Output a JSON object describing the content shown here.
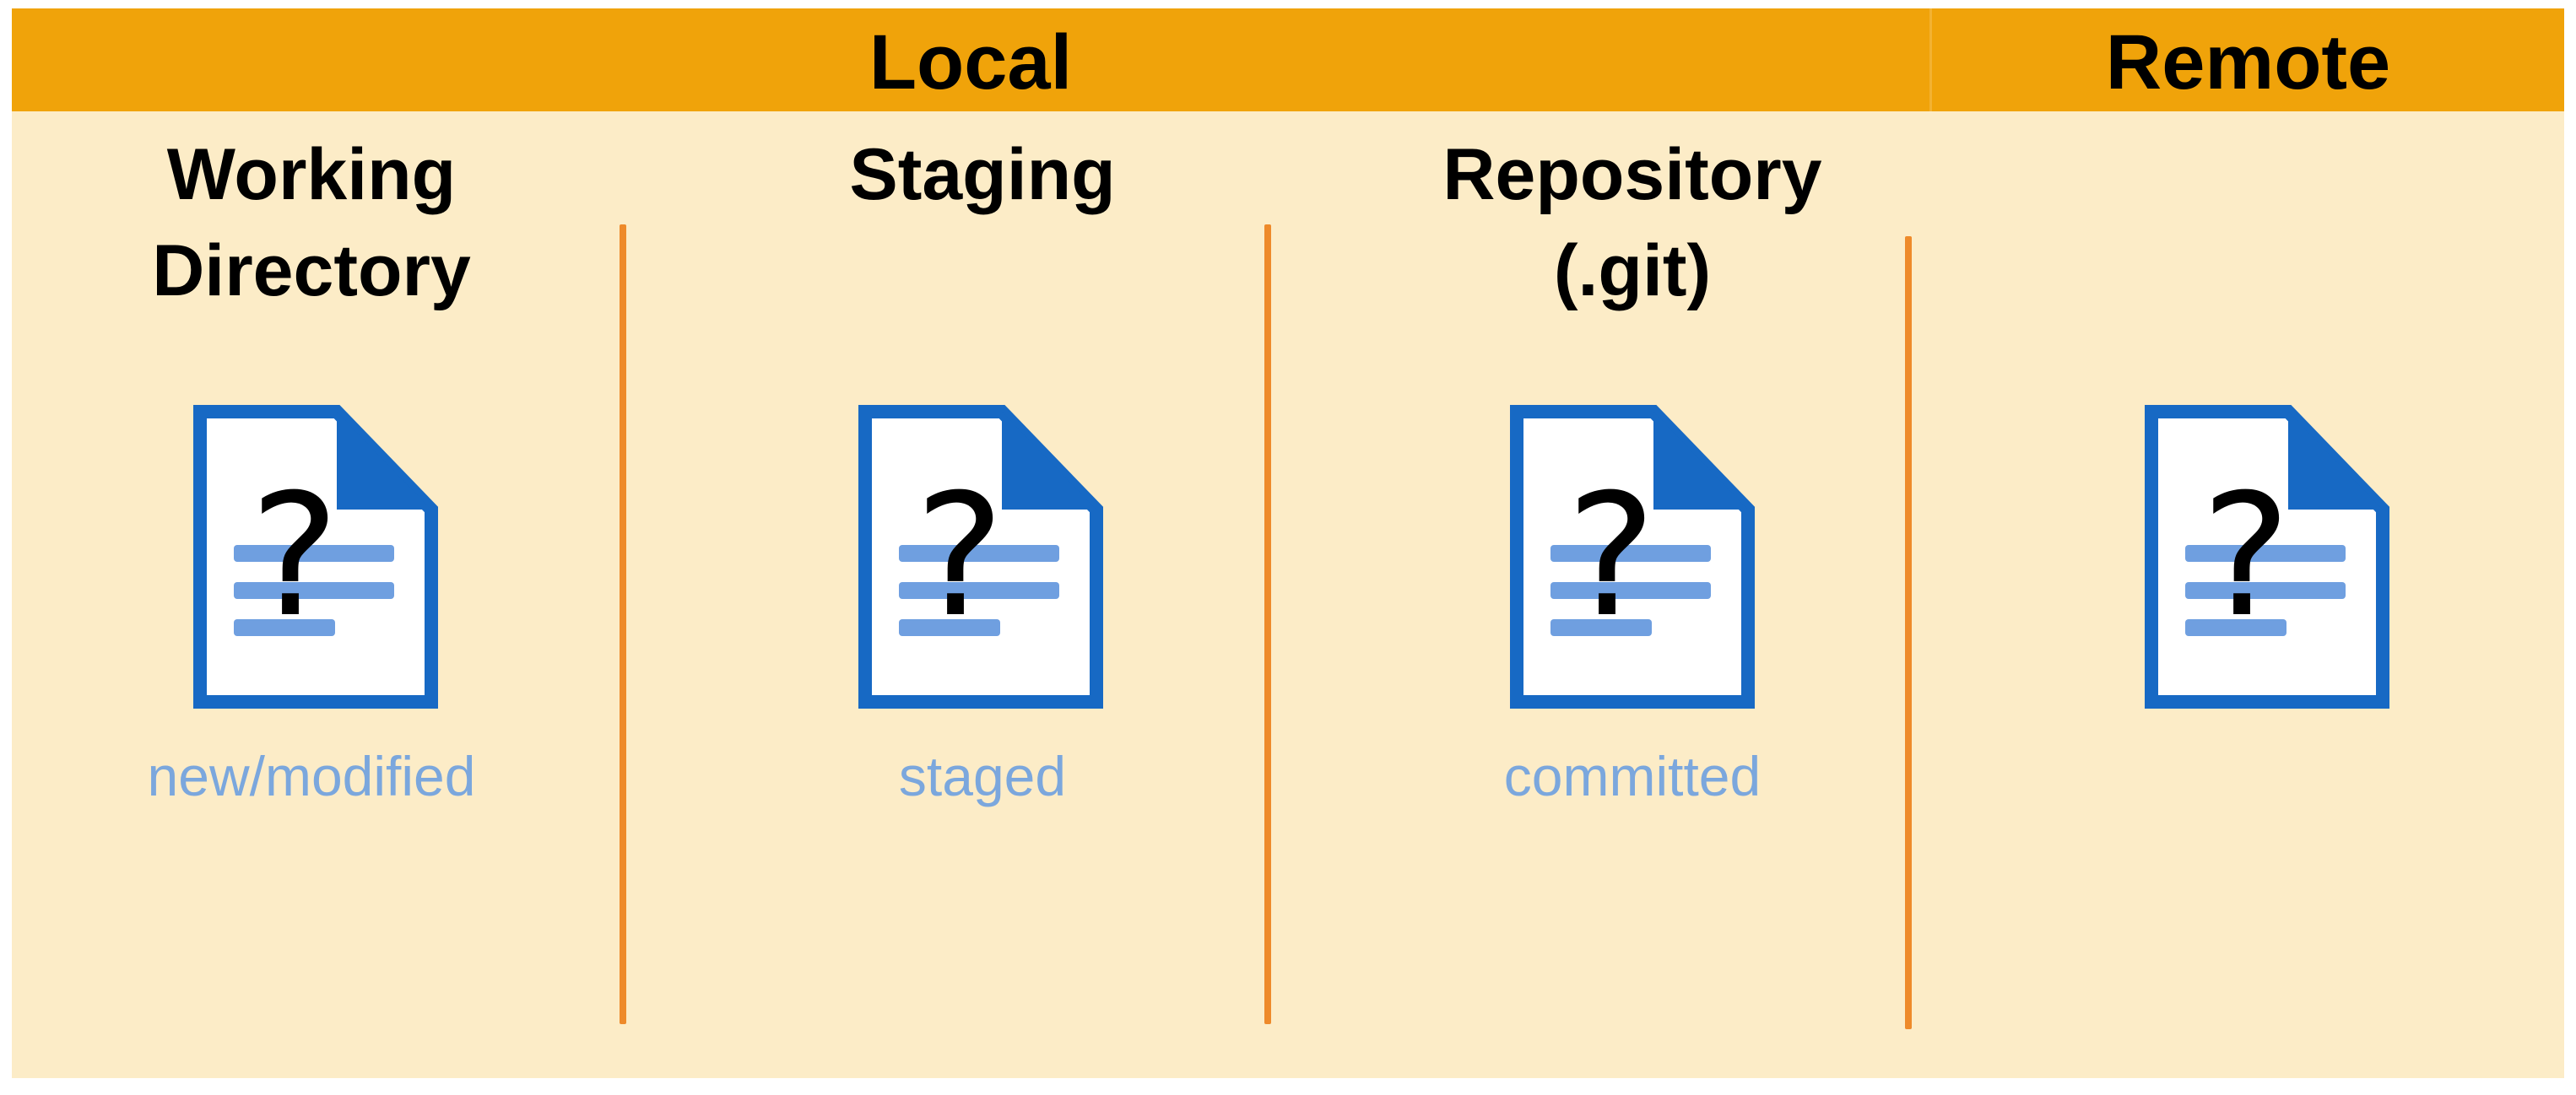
{
  "header": {
    "local_label": "Local",
    "remote_label": "Remote"
  },
  "columns": [
    {
      "title_line1": "Working",
      "title_line2": "Directory",
      "status": "new/modified",
      "icon": "unknown-document-icon"
    },
    {
      "title_line1": "Staging",
      "title_line2": "",
      "status": "staged",
      "icon": "unknown-document-icon"
    },
    {
      "title_line1": "Repository",
      "title_line2": "(.git)",
      "status": "committed",
      "icon": "unknown-document-icon"
    },
    {
      "title_line1": "",
      "title_line2": "",
      "status": "",
      "icon": "unknown-document-icon"
    }
  ],
  "colors": {
    "header_bg": "#f0a30a",
    "panel_bg": "#fcecc7",
    "divider": "#ee8a2a",
    "doc_blue": "#1565c0",
    "status_text": "#7ba7dd"
  }
}
